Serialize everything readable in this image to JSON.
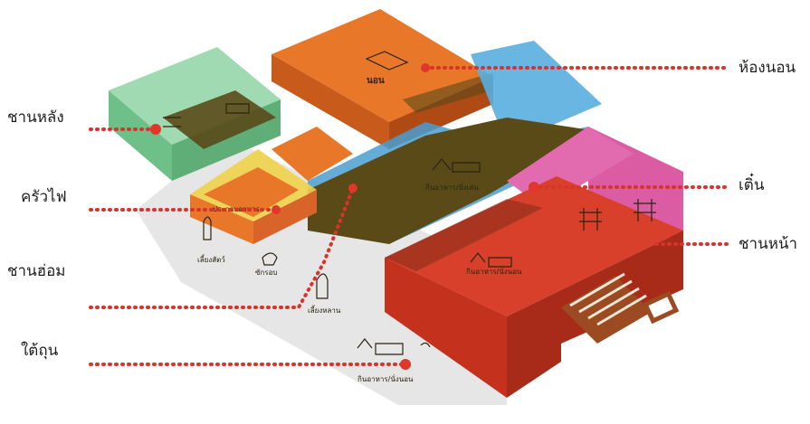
{
  "labels": {
    "right": {
      "bedroom": "ห้องนอน",
      "terrace": "เติ๋น",
      "front_porch": "ชานหน้า"
    },
    "left": {
      "back_porch": "ชานหลัง",
      "kitchen": "ครัวไฟ",
      "connecting_porch": "ชานฮ่อม",
      "under_house": "ใต้ถุน"
    }
  },
  "plan_texts": {
    "bedroom": "นอน",
    "terrace": "กินอาหาร/นั่งเล่น",
    "front": "กินอาหาร/นั่งนอน",
    "kitchen": "ประกอบอาหาร",
    "under1": "เลี้ยงสัตว์",
    "under2": "ซักรอบ",
    "under3": "เลี้ยงหลาน",
    "under4": "กินอาหาร/นั่งนอน"
  },
  "colors": {
    "dot": "#e0372a",
    "dotted_line": "#d8342a",
    "green": "#7ec79a",
    "orange": "#e8772a",
    "yellow": "#f0d24a",
    "blue": "#5aaee0",
    "magenta": "#d84a9a",
    "red": "#d8402c",
    "floor": "#5a4a18",
    "ground": "#e6e6e6",
    "stair": "#9b4a22"
  }
}
